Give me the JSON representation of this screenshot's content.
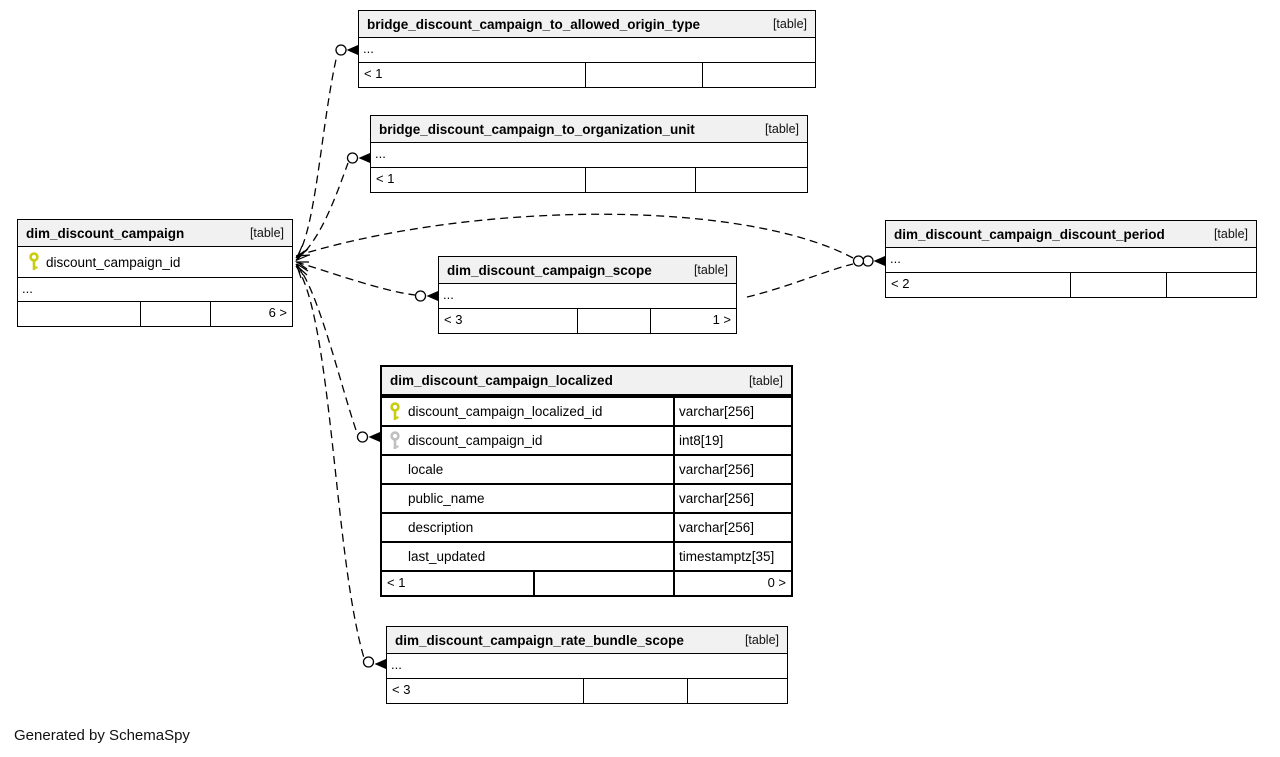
{
  "note": "Generated by SchemaSpy",
  "colors": {
    "primary_key": "#c9cd0e",
    "foreign_key": "#c0c0c0",
    "header_bg": "#f1f1f1",
    "line": "#000000"
  },
  "tables": {
    "allowed_origin": {
      "name": "bridge_discount_campaign_to_allowed_origin_type",
      "badge": "[table]",
      "ellipsis": "...",
      "footer": {
        "left": "< 1",
        "mid": "",
        "right": ""
      }
    },
    "organization_unit": {
      "name": "bridge_discount_campaign_to_organization_unit",
      "badge": "[table]",
      "ellipsis": "...",
      "footer": {
        "left": "< 1",
        "mid": "",
        "right": ""
      }
    },
    "campaign": {
      "name": "dim_discount_campaign",
      "badge": "[table]",
      "ellipsis": "...",
      "columns": [
        {
          "icon": "primary-key",
          "name": "discount_campaign_id",
          "type": ""
        }
      ],
      "footer": {
        "left": "",
        "mid": "",
        "right": "6 >"
      }
    },
    "discount_period": {
      "name": "dim_discount_campaign_discount_period",
      "badge": "[table]",
      "ellipsis": "...",
      "footer": {
        "left": "< 2",
        "mid": "",
        "right": ""
      }
    },
    "scope": {
      "name": "dim_discount_campaign_scope",
      "badge": "[table]",
      "ellipsis": "...",
      "footer": {
        "left": "< 3",
        "mid": "",
        "right": "1 >"
      }
    },
    "localized": {
      "name": "dim_discount_campaign_localized",
      "badge": "[table]",
      "columns": [
        {
          "icon": "primary-key",
          "name": "discount_campaign_localized_id",
          "type": "varchar[256]"
        },
        {
          "icon": "foreign-key",
          "name": "discount_campaign_id",
          "type": "int8[19]"
        },
        {
          "icon": "",
          "name": "locale",
          "type": "varchar[256]"
        },
        {
          "icon": "",
          "name": "public_name",
          "type": "varchar[256]"
        },
        {
          "icon": "",
          "name": "description",
          "type": "varchar[256]"
        },
        {
          "icon": "",
          "name": "last_updated",
          "type": "timestamptz[35]"
        }
      ],
      "footer": {
        "left": "< 1",
        "mid": "",
        "right": "0 >"
      }
    },
    "rate_bundle_scope": {
      "name": "dim_discount_campaign_rate_bundle_scope",
      "badge": "[table]",
      "ellipsis": "...",
      "footer": {
        "left": "< 3",
        "mid": "",
        "right": ""
      }
    }
  },
  "relationships": [
    {
      "parent": "dim_discount_campaign",
      "child": "bridge_discount_campaign_to_allowed_origin_type"
    },
    {
      "parent": "dim_discount_campaign",
      "child": "bridge_discount_campaign_to_organization_unit"
    },
    {
      "parent": "dim_discount_campaign",
      "child": "dim_discount_campaign_scope"
    },
    {
      "parent": "dim_discount_campaign",
      "child": "dim_discount_campaign_discount_period"
    },
    {
      "parent": "dim_discount_campaign",
      "child": "dim_discount_campaign_localized"
    },
    {
      "parent": "dim_discount_campaign",
      "child": "dim_discount_campaign_rate_bundle_scope"
    },
    {
      "parent": "dim_discount_campaign_scope",
      "child": "dim_discount_campaign_discount_period"
    }
  ]
}
